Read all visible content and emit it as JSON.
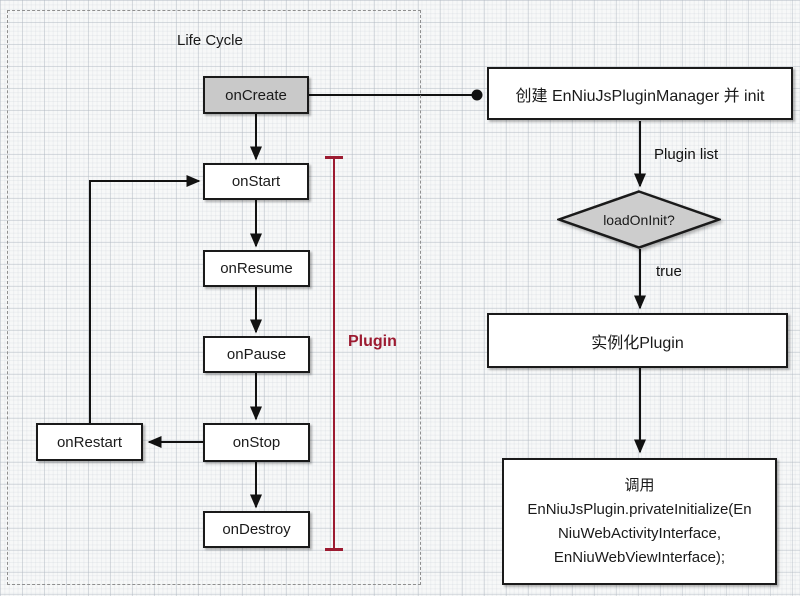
{
  "diagram": {
    "kind": "flowchart",
    "lifecycle": {
      "title": "Life Cycle",
      "bracket_label": "Plugin",
      "nodes": [
        {
          "id": "onCreate",
          "label": "onCreate",
          "highlighted": true
        },
        {
          "id": "onStart",
          "label": "onStart",
          "highlighted": false
        },
        {
          "id": "onResume",
          "label": "onResume",
          "highlighted": false
        },
        {
          "id": "onPause",
          "label": "onPause",
          "highlighted": false
        },
        {
          "id": "onStop",
          "label": "onStop",
          "highlighted": false
        },
        {
          "id": "onDestroy",
          "label": "onDestroy",
          "highlighted": false
        },
        {
          "id": "onRestart",
          "label": "onRestart",
          "highlighted": false
        }
      ]
    },
    "flow": {
      "create_box": "创建 EnNiuJsPluginManager 并 init",
      "plugin_list_label": "Plugin list",
      "decision": "loadOnInit?",
      "true_label": "true",
      "instantiate_box": "实例化Plugin",
      "call_box": {
        "lines": [
          "调用",
          "EnNiuJsPlugin.privateInitialize(En",
          "NiuWebActivityInterface,",
          "EnNiuWebViewInterface);"
        ]
      }
    },
    "colors": {
      "accent_red": "#9c1b31",
      "node_border": "#1a1a1a",
      "oncreate_fill": "#c9c9c9",
      "diamond_fill": "#cdcdcd",
      "node_fill": "#ffffff"
    }
  }
}
